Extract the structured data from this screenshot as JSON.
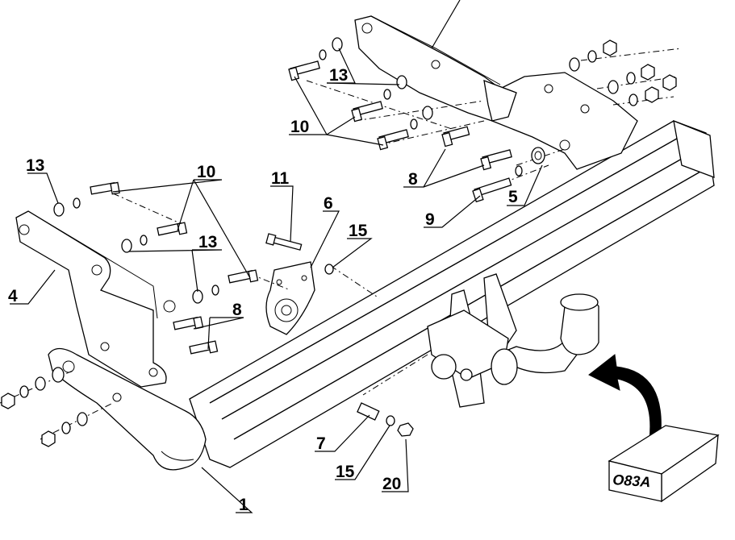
{
  "callouts": {
    "c1": "1",
    "c4": "4",
    "c5": "5",
    "c6": "6",
    "c7": "7",
    "c8_left": "8",
    "c8_right": "8",
    "c9": "9",
    "c10_left": "10",
    "c10_top": "10",
    "c11": "11",
    "c13_left": "13",
    "c13_mid": "13",
    "c13_top": "13",
    "c15_mid": "15",
    "c15_bottom": "15",
    "c20": "20"
  },
  "package_label": "O83A",
  "colors": {
    "line": "#000000",
    "background": "#ffffff",
    "arrow_fill": "#000000"
  }
}
